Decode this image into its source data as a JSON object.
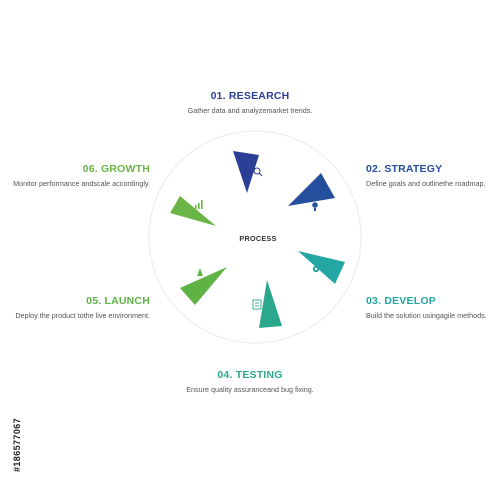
{
  "center_label": "PROCESS",
  "steps": [
    {
      "title": "01. RESEARCH",
      "description": "Gather data and analyzemarket trends.",
      "color": "#2c3f96",
      "icon": "magnifier-icon"
    },
    {
      "title": "02. STRATEGY",
      "description": "Define goals and outlinethe roadmap.",
      "color": "#254f9c",
      "icon": "lightbulb-icon"
    },
    {
      "title": "03. DEVELOP",
      "description": "Build the solution usingagile methods.",
      "color": "#24a6a3",
      "icon": "gear-icon"
    },
    {
      "title": "04. TESTING",
      "description": "Ensure quality assuranceand bug fixing.",
      "color": "#2aa88c",
      "icon": "checklist-icon"
    },
    {
      "title": "05. LAUNCH",
      "description": "Deploy the product tothe live environment.",
      "color": "#5fb244",
      "icon": "rocket-icon"
    },
    {
      "title": "06. GROWTH",
      "description": "Monitor performance andscale accordingly.",
      "color": "#6ab545",
      "icon": "bar-chart-icon"
    }
  ],
  "watermark_id": "#186577067"
}
